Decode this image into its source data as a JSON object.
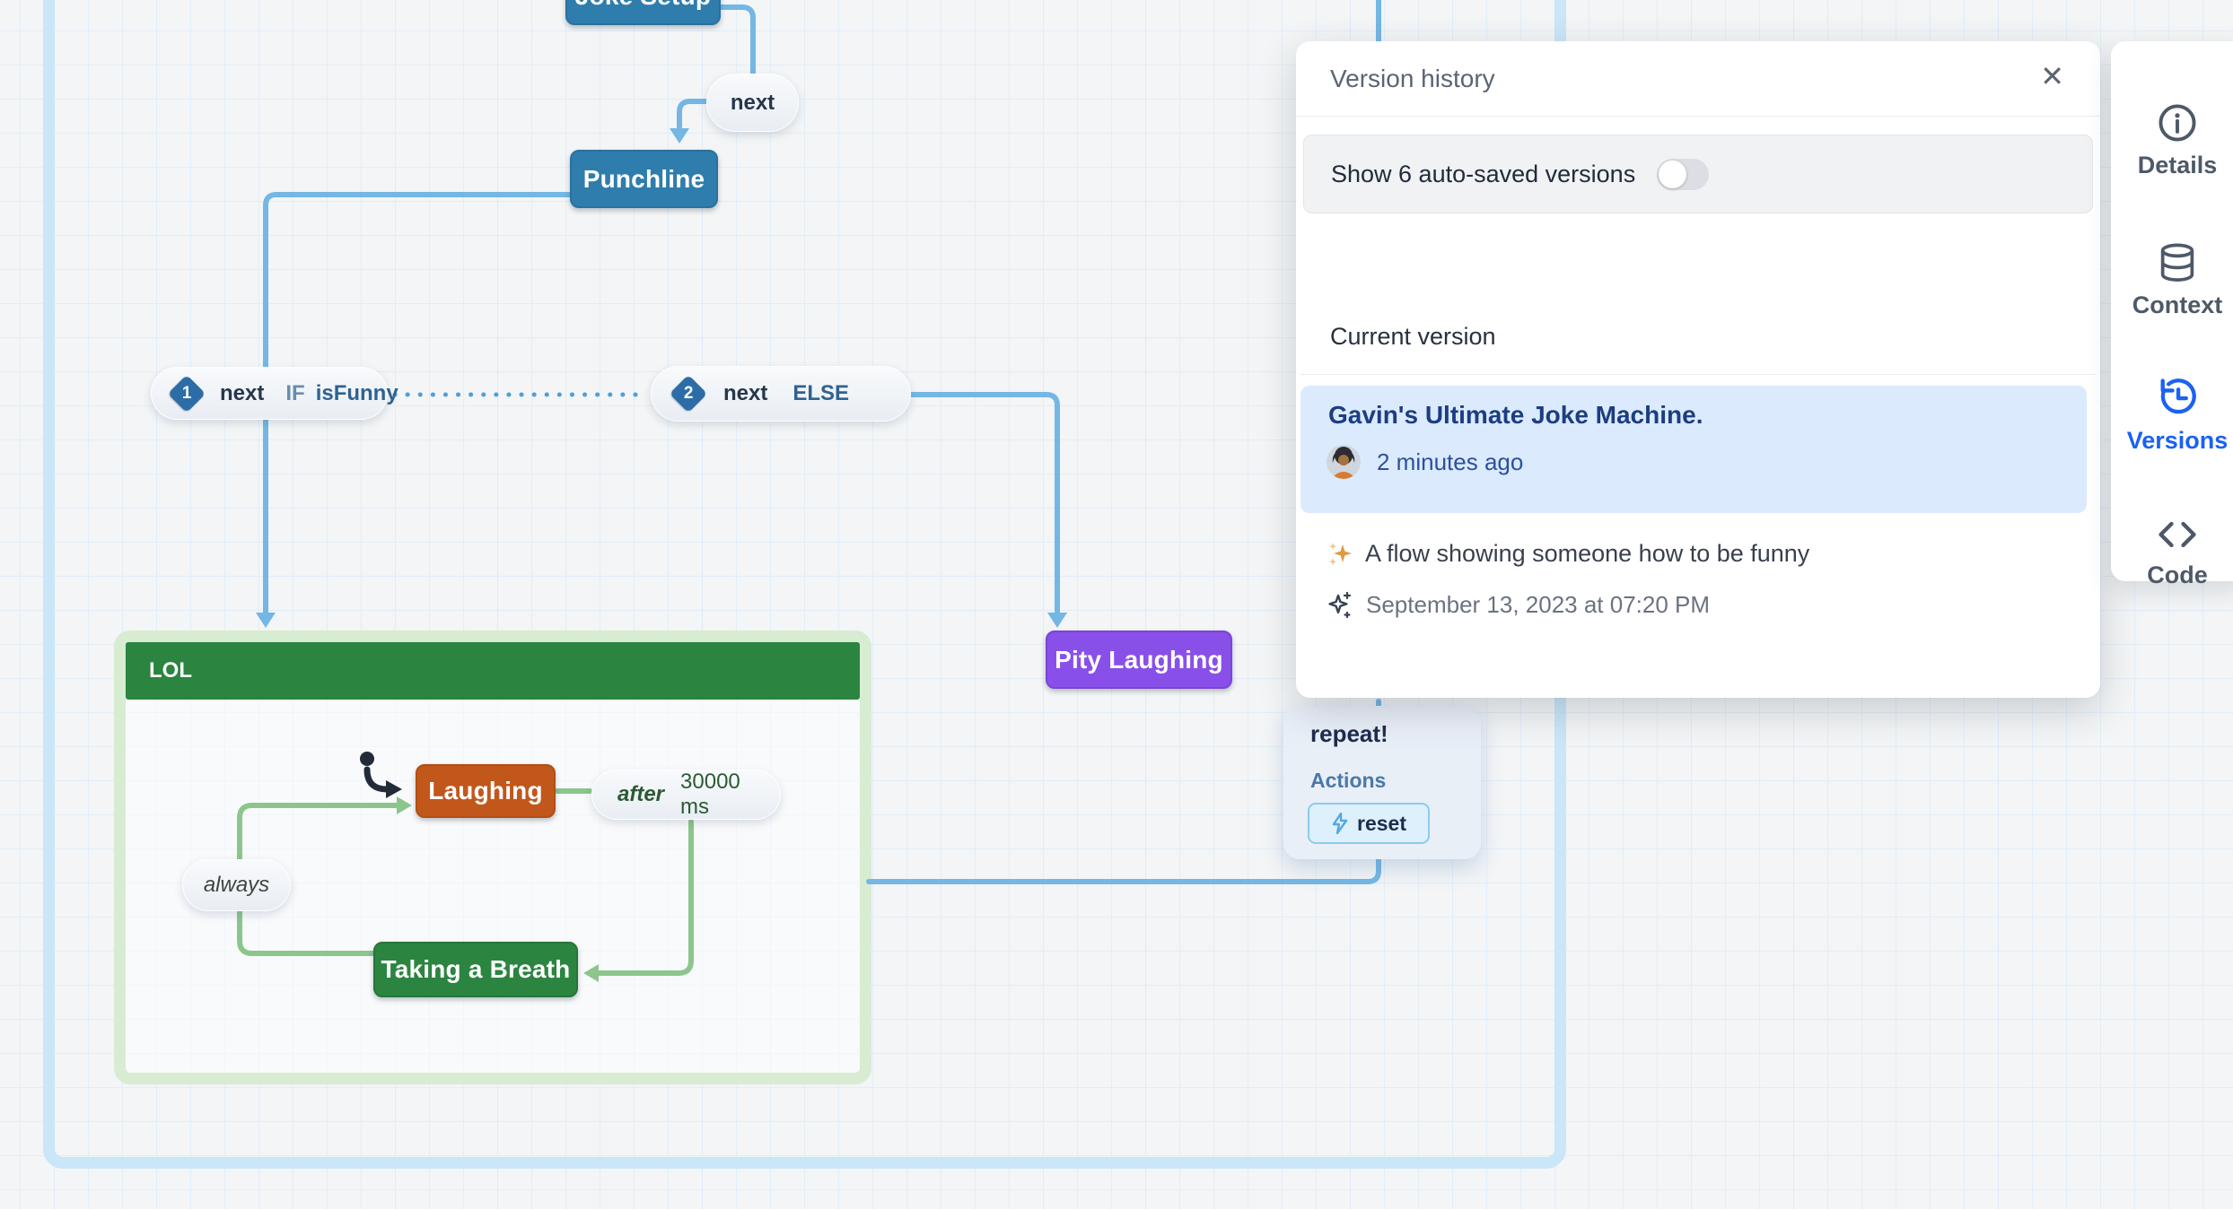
{
  "colors": {
    "node_blue": "#2f7dad",
    "node_purple": "#8950e9",
    "node_orange": "#c2571b",
    "node_green": "#2b8540",
    "edge_blue": "#74b7e4",
    "edge_green": "#8cc68c",
    "frame_blue": "#c9e7f8",
    "lol_border_green": "#d7ecd1",
    "active_blue": "#1b61f2",
    "highlight_row": "#dbeafd"
  },
  "flow": {
    "nodes": {
      "joke_setup": {
        "label": "Joke Setup"
      },
      "punchline": {
        "label": "Punchline"
      },
      "pity_laughing": {
        "label": "Pity Laughing"
      },
      "lol": {
        "label": "LOL"
      },
      "laughing": {
        "label": "Laughing"
      },
      "taking_breath": {
        "label": "Taking a Breath"
      },
      "repeat": {
        "label": "repeat!",
        "actions_label": "Actions",
        "reset_label": "reset"
      }
    },
    "pills": {
      "next_top": {
        "event": "next"
      },
      "cond1": {
        "num": "1",
        "event": "next",
        "keyword": "IF",
        "guard": "isFunny"
      },
      "cond2": {
        "num": "2",
        "event": "next",
        "keyword": "ELSE"
      },
      "after": {
        "keyword": "after",
        "value": "30000 ms"
      },
      "always": {
        "label": "always"
      }
    }
  },
  "version_panel": {
    "title": "Version history",
    "close_glyph": "✕",
    "toggle": {
      "label": "Show 6 auto-saved versions",
      "state": "off"
    },
    "section_heading": "Current version",
    "current": {
      "title": "Gavin's Ultimate Joke Machine.",
      "time": "2 minutes ago"
    },
    "versions": [
      {
        "title": "A flow showing someone how to be funny",
        "timestamp": "September 13, 2023 at 07:20 PM"
      }
    ]
  },
  "dock": {
    "items": [
      {
        "label": "Details",
        "icon": "info-icon",
        "active": false
      },
      {
        "label": "Context",
        "icon": "database-icon",
        "active": false
      },
      {
        "label": "Versions",
        "icon": "history-icon",
        "active": true
      },
      {
        "label": "Code",
        "icon": "code-icon",
        "active": false
      }
    ]
  }
}
